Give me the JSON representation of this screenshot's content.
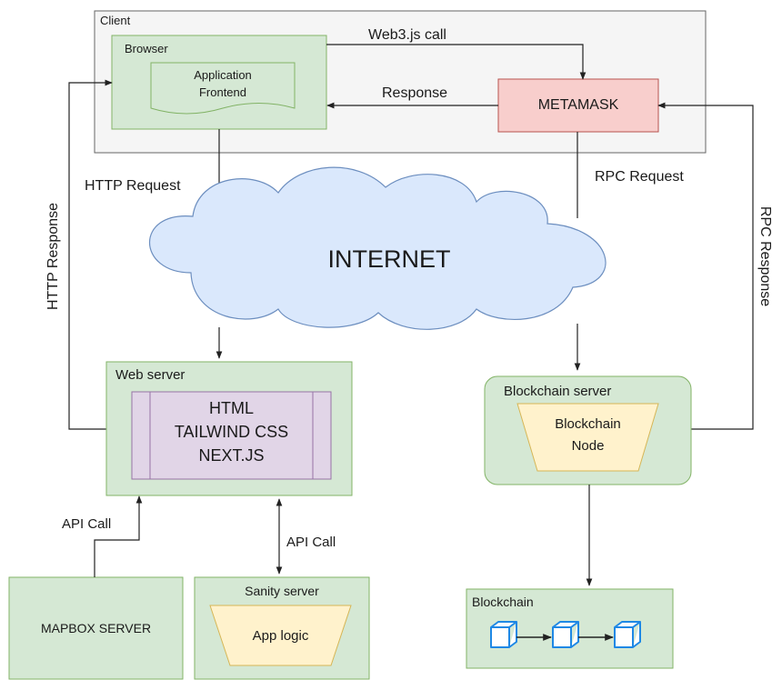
{
  "client": {
    "label": "Client"
  },
  "browser": {
    "label": "Browser",
    "frontend": [
      "Application",
      "Frontend"
    ]
  },
  "metamask": {
    "label": "METAMASK"
  },
  "arrows": {
    "web3_call": "Web3.js call",
    "response": "Response",
    "http_request": "HTTP Request",
    "http_response": "HTTP Response",
    "rpc_request": "RPC Request",
    "rpc_response": "RPC Response",
    "api_call_mapbox": "API Call",
    "api_call_sanity": "API Call"
  },
  "internet": {
    "label": "INTERNET"
  },
  "web_server": {
    "label": "Web server",
    "stack": [
      "HTML",
      "TAILWIND CSS",
      "NEXT.JS"
    ]
  },
  "blockchain_server": {
    "label": "Blockchain server",
    "node": [
      "Blockchain",
      "Node"
    ]
  },
  "mapbox": {
    "label": "MAPBOX SERVER"
  },
  "sanity": {
    "label": "Sanity server",
    "logic": "App logic"
  },
  "blockchain": {
    "label": "Blockchain",
    "blocks": [
      "block",
      "block",
      "block"
    ]
  },
  "colors": {
    "client_fill": "#f5f5f5",
    "green_fill": "#d5e8d4",
    "green_stroke": "#82b366",
    "metamask_fill": "#f8cecc",
    "metamask_stroke": "#b85450",
    "purple_fill": "#e1d5e7",
    "purple_stroke": "#9673a6",
    "yellow_fill": "#fff2cc",
    "yellow_stroke": "#d6b656",
    "cloud_fill": "#dae8fc",
    "cloud_stroke": "#6c8ebf",
    "cube_stroke": "#1e88e5"
  }
}
